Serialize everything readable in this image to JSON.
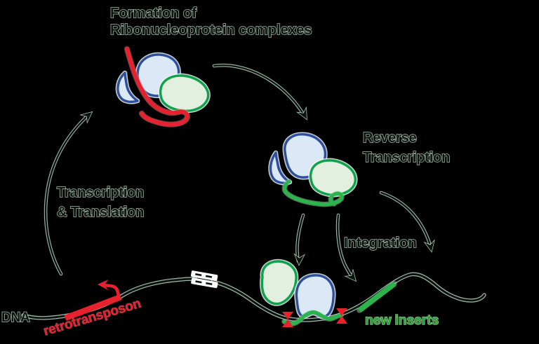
{
  "diagram": {
    "title": {
      "line1": "Formation of",
      "line2": "Ribonucleoprotein complexes"
    },
    "steps": {
      "transcription_translation": {
        "line1": "Transcription",
        "line2": "& Translation"
      },
      "reverse_transcription": {
        "line1": "Reverse",
        "line2": "Transcription"
      },
      "integration": "Integration"
    },
    "labels": {
      "dna": "DNA",
      "retrotransposon": "retrotransposon",
      "new_inserts": "new inserts"
    }
  },
  "colors": {
    "background": "#000000",
    "ink-core": "#0c130e",
    "ink-halo": "#cfe7db",
    "line-halo": "#c9e6da",
    "red": "#e8212e",
    "red-halo": "#ff98a0",
    "blue-stroke": "#2e4e9e",
    "blue-fill": "#dbe9f7",
    "green-stroke": "#0ea24d",
    "green-fill": "#e3efdf",
    "rna-green": "#2db34c",
    "rna-green-halo": "#a8e8b4",
    "label-green": "#2f9e3f",
    "label-green-halo": "#b9efa8",
    "white": "#ffffff"
  }
}
